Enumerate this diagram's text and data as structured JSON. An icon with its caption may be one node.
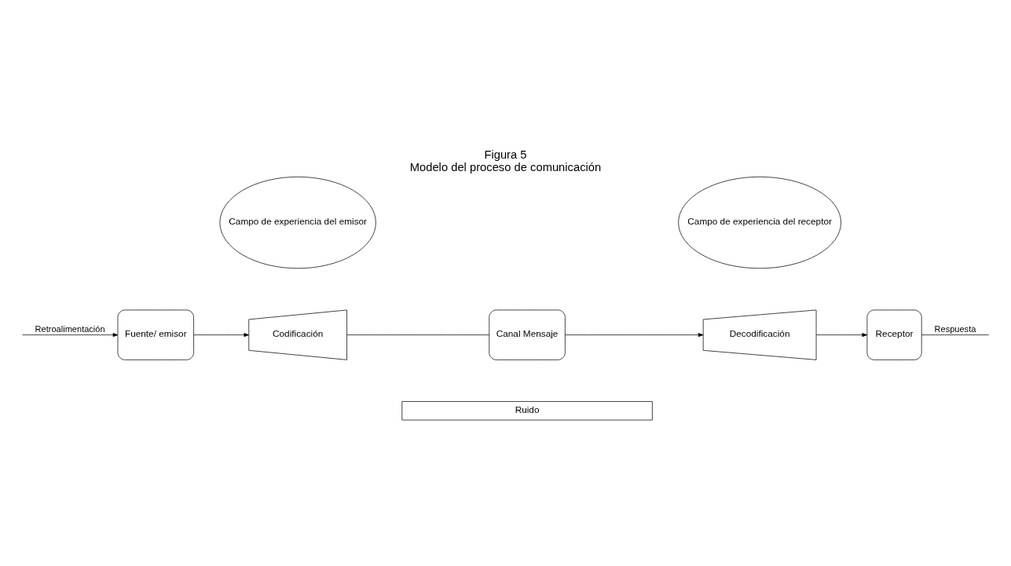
{
  "diagram": {
    "title": "Figura 5",
    "caption": "Modelo del proceso de comunicación",
    "nodes": [
      {
        "text": [
          "Campo de experiencia del emisor"
        ]
      },
      {
        "text": [
          "Campo de experiencia del receptor"
        ]
      },
      {
        "text": [
          "Fuente/ emisor"
        ]
      },
      {
        "text": [
          "Codificación"
        ]
      },
      {
        "text": [
          "Canal Mensaje"
        ]
      },
      {
        "text": [
          "Decodificación"
        ]
      },
      {
        "text": [
          "Receptor"
        ]
      },
      {
        "text": [
          "Ruido"
        ]
      }
    ],
    "edges": [
      {
        "from": 2,
        "to": 3,
        "arrow": "to"
      },
      {
        "from": 3,
        "to": 4,
        "arrow": "none"
      },
      {
        "from": 4,
        "to": 5,
        "arrow": "to"
      },
      {
        "from": 5,
        "to": 6,
        "arrow": "to"
      },
      {
        "from": 6,
        "to": null,
        "arrow": "none",
        "label": "Respuesta"
      },
      {
        "from": null,
        "to": 2,
        "arrow": "to",
        "label": "Retroalimentación"
      }
    ]
  }
}
